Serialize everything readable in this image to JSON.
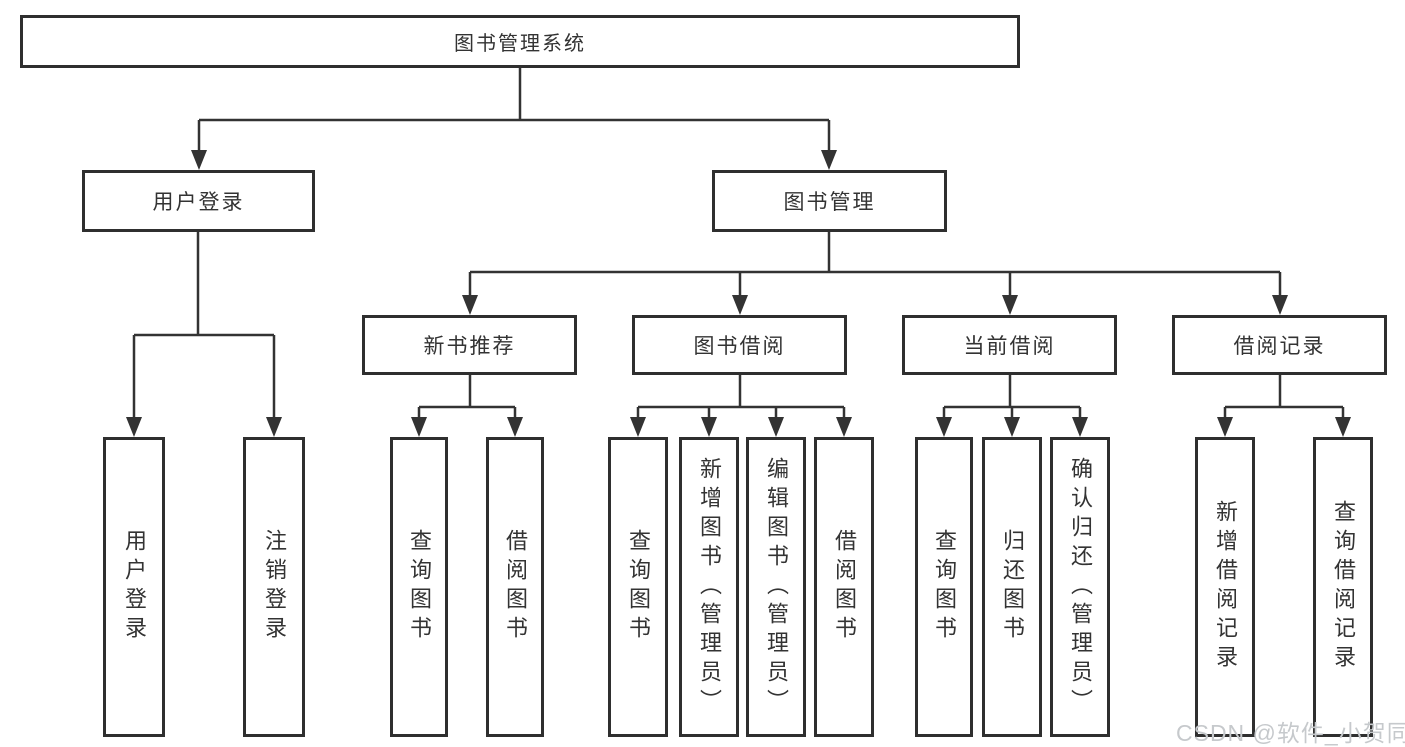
{
  "diagram": {
    "root": {
      "label": "图书管理系统"
    },
    "branches": [
      {
        "label": "用户登录",
        "children": [
          "用户登录",
          "注销登录"
        ]
      },
      {
        "label": "图书管理",
        "sections": [
          {
            "label": "新书推荐",
            "children": [
              "查询图书",
              "借阅图书"
            ]
          },
          {
            "label": "图书借阅",
            "children": [
              "查询图书",
              "新增图书（管理员）",
              "编辑图书（管理员）",
              "借阅图书"
            ]
          },
          {
            "label": "当前借阅",
            "children": [
              "查询图书",
              "归还图书",
              "确认归还（管理员）"
            ]
          },
          {
            "label": "借阅记录",
            "children": [
              "新增借阅记录",
              "查询借阅记录"
            ]
          }
        ]
      }
    ],
    "line_color": "#333333",
    "box_fill": "#ffffff",
    "box_border_color": "#2f2f2f"
  },
  "watermark": {
    "text": "CSDN @软件_小贺同学"
  }
}
